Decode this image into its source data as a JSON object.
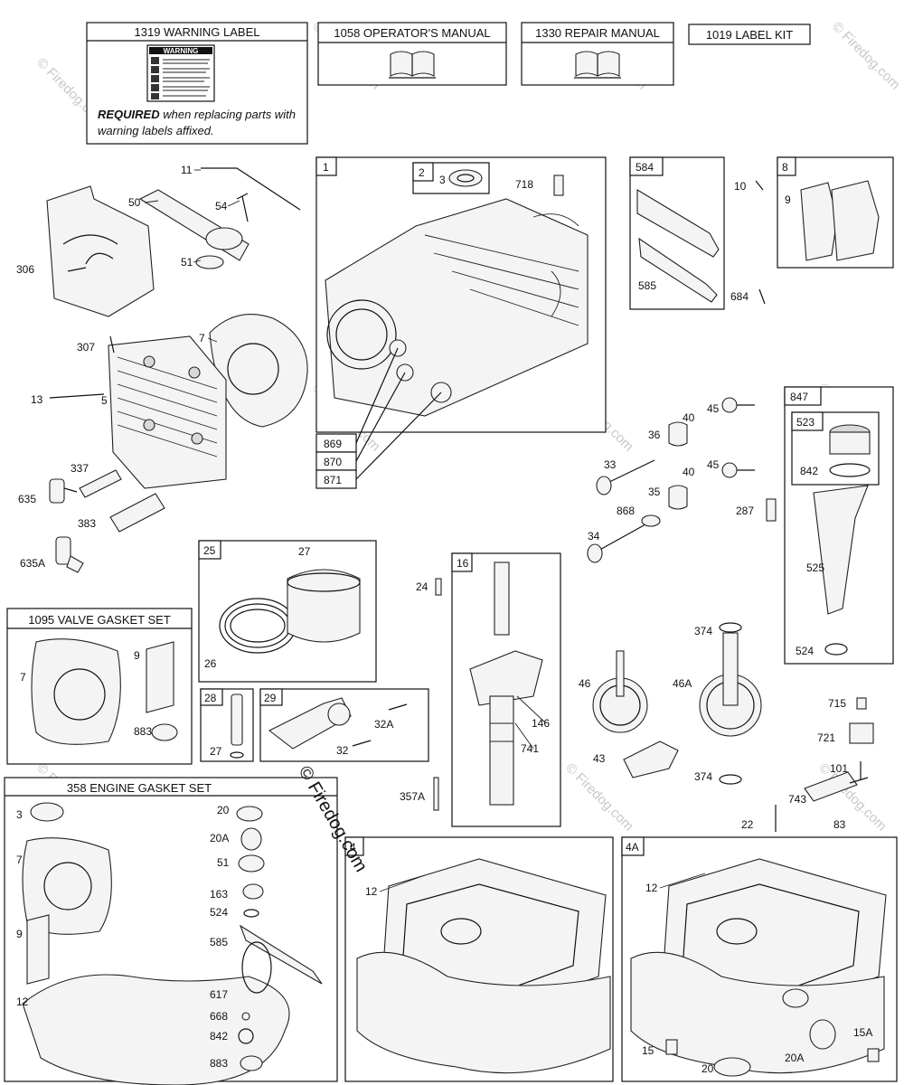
{
  "header_boxes": {
    "warning": "1319 WARNING LABEL",
    "operator_manual": "1058 OPERATOR'S MANUAL",
    "repair_manual": "1330 REPAIR MANUAL",
    "label_kit": "1019 LABEL KIT"
  },
  "warning_sticker": "WARNING",
  "required_note": {
    "bold": "REQUIRED",
    "rest": " when replacing parts with warning labels affixed."
  },
  "sets": {
    "valve_gasket": "1095 VALVE GASKET SET",
    "engine_gasket": "358 ENGINE GASKET SET"
  },
  "watermark": "© Firedog.com",
  "copyright": "© Firedog.com",
  "group_labels": {
    "cylinder": "1",
    "seal": "2",
    "breather": "584",
    "cover": "8",
    "piston": "25",
    "pin": "28",
    "rod": "29",
    "crank": "16",
    "dipstick": "847",
    "cap": "523",
    "sump": "4",
    "sump_a": "4A"
  },
  "callouts": {
    "c11": "11",
    "c50": "50",
    "c54": "54",
    "c51": "51",
    "c306": "306",
    "c307": "307",
    "c7": "7",
    "c13": "13",
    "c5": "5",
    "c337": "337",
    "c635": "635",
    "c383": "383",
    "c635A": "635A",
    "c3": "3",
    "c718": "718",
    "c869": "869",
    "c870": "870",
    "c871": "871",
    "c585": "585",
    "c684": "684",
    "c10": "10",
    "c9": "9",
    "c842": "842",
    "c525": "525",
    "c524": "524",
    "c40a": "40",
    "c45a": "45",
    "c36": "36",
    "c33": "33",
    "c40b": "40",
    "c45b": "45",
    "c35": "35",
    "c868": "868",
    "c287": "287",
    "c34": "34",
    "c27": "27",
    "c26": "26",
    "c24": "24",
    "c146": "146",
    "c741": "741",
    "c357A": "357A",
    "c27b": "27",
    "c32A": "32A",
    "c32": "32",
    "c374a": "374",
    "c46": "46",
    "c46A": "46A",
    "c43": "43",
    "c374b": "374",
    "c715": "715",
    "c721": "721",
    "c101": "101",
    "c743": "743",
    "c22": "22",
    "c83": "83",
    "v7": "7",
    "v9": "9",
    "v883": "883",
    "g3": "3",
    "g7": "7",
    "g9": "9",
    "g12": "12",
    "g20": "20",
    "g20A": "20A",
    "g51": "51",
    "g163": "163",
    "g524": "524",
    "g585": "585",
    "g617": "617",
    "g668": "668",
    "g842": "842",
    "g883": "883",
    "s12": "12",
    "s12b": "12",
    "s15": "15",
    "s20": "20",
    "s20A": "20A",
    "s15A": "15A"
  }
}
